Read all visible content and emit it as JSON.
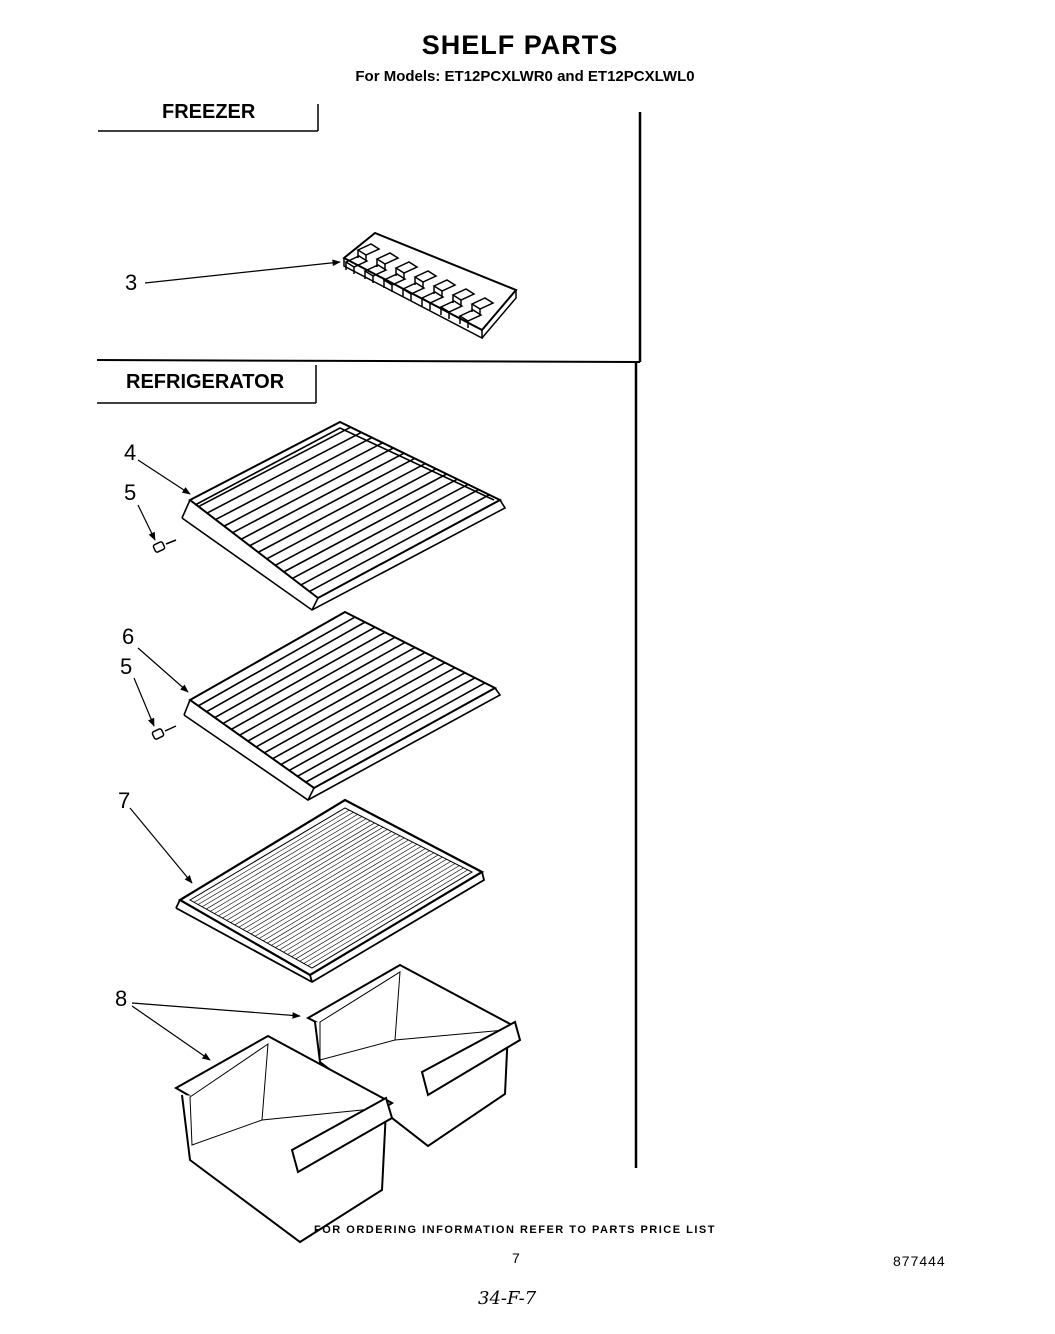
{
  "header": {
    "title": "SHELF PARTS",
    "subtitle": "For Models: ET12PCXLWR0 and ET12PCXLWL0"
  },
  "sections": {
    "freezer": "FREEZER",
    "refrigerator": "REFRIGERATOR"
  },
  "callouts": {
    "c3": "3",
    "c4": "4",
    "c5a": "5",
    "c6": "6",
    "c5b": "5",
    "c7": "7",
    "c8": "8"
  },
  "footer": {
    "ordering_note": "FOR ORDERING INFORMATION REFER TO PARTS PRICE LIST",
    "page_number": "7",
    "part_code": "877444",
    "handwritten": "34-F-7"
  }
}
